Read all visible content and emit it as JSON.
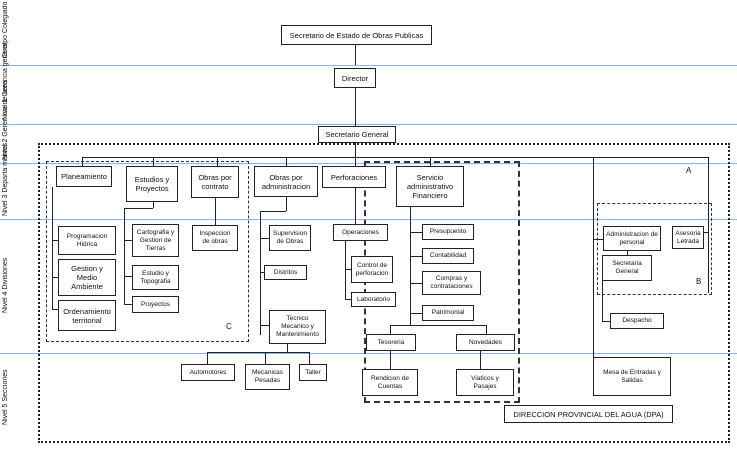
{
  "levels": {
    "cuerpo": "Cuerpo Colegiado",
    "nivel1": "Nivel 1 Gerencia general",
    "nivel2": "Nivel 2 Geren cia de area",
    "nivel3": "Nivel 3 Departa mentos",
    "nivel4": "Nivel 4 Divisiones",
    "nivel5": "Nivel 5 Secciones"
  },
  "boxes": {
    "secretario_estado": "Secretario de Estado de Obras Publicas",
    "director": "Director",
    "secretario_general": "Secretario General",
    "planeamiento": "Planeamiento",
    "estudios_proyectos": "Estudios y Proyectos",
    "obras_contrato": "Obras por contrato",
    "obras_administracion": "Obras por administracion",
    "perforaciones": "Perforaciones",
    "servicio_admin": "Servicio administrativo Financiero",
    "programacion_hidrica": "Programacion Hidrica",
    "gestion_medio_ambiente": "Gestion y Medio Ambiente",
    "ordenamiento_territorial": "Ordenamiento territorial",
    "cartografia": "Cartografia y Gestion de Tierras",
    "estudio_topografia": "Estudio y Topografia",
    "proyectos": "Proyectos",
    "inspeccion_obras": "Inspeccion de obras",
    "supervision_obras": "Supervision de Obras",
    "distritos": "Distritos",
    "tecnico_mecanico": "Tecnico Mecanico y Mantenimiento",
    "operaciones": "Operaciones",
    "control_perforacion": "Control de perforacion",
    "laboratorio": "Laboratorio",
    "presupuesto": "Presupuesto",
    "contabilidad": "Contabilidad",
    "compras": "Compras y contrataciones",
    "patrimonial": "Patrimonial",
    "tesoreria": "Tesoreria",
    "novedades": "Novedades",
    "rendicion_cuentas": "Rendicion de Cuentas",
    "viaticos": "Viaticos y Pasajes",
    "automotores": "Automotores",
    "mecanicas_pesadas": "Mecanicas Pesadas",
    "taller": "Taller",
    "administracion_personal": "Administracion de personal",
    "asesoria_letrada": "Asesoria Letrada",
    "secretaria_general": "Secretaria General",
    "despacho": "Despacho",
    "mesa_entradas": "Mesa de Entradas y Salidas",
    "dpa": "DIRECCION PROVINCIAL DEL AGUA (DPA)"
  },
  "region_tags": {
    "c": "C",
    "a": "A",
    "b": "B"
  }
}
